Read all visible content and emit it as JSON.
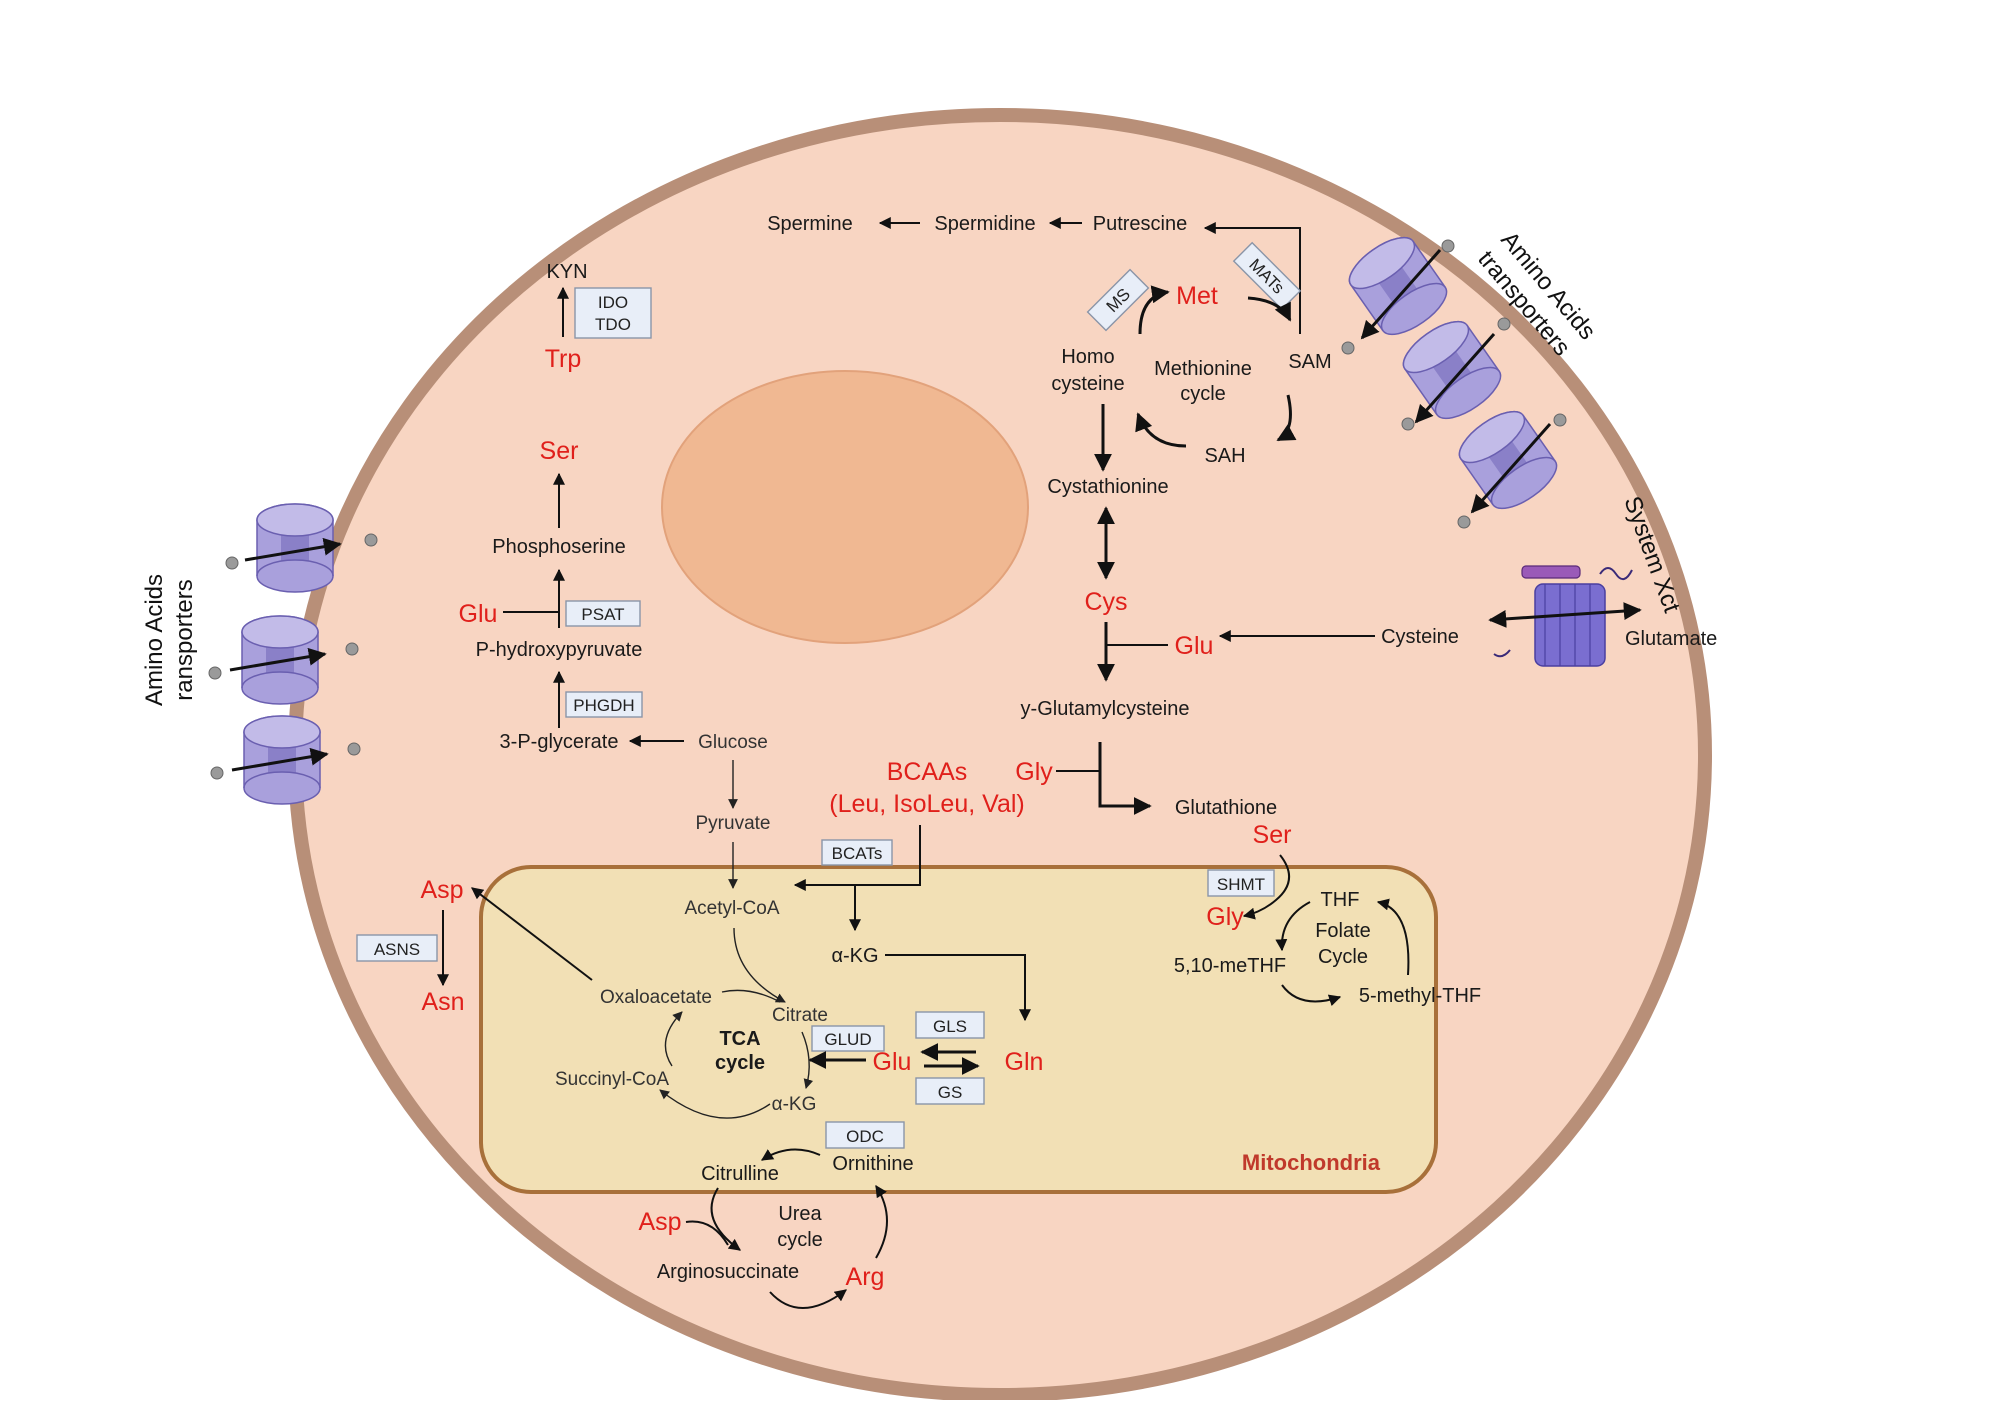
{
  "colors": {
    "cell_membrane": "#b88f78",
    "cytoplasm": "#f8d5c2",
    "nucleus": "#f0b892",
    "mitochondria": "#f2e0b5",
    "mitochondria_border": "#a8703a",
    "metabolite_red": "#e0201b",
    "transporter": "#a9a0dc",
    "enzyme_box": "#e8eef8"
  },
  "labels": {
    "amino_acids_transporters_left": "Amino Acids\nransporters",
    "amino_acids_transporters_right": "Amino Acids\ntransporters",
    "system_xct": "System Xct",
    "glutamate": "Glutamate",
    "mitochondria": "Mitochondria"
  },
  "polyamine": {
    "spermine": "Spermine",
    "spermidine": "Spermidine",
    "putrescine": "Putrescine"
  },
  "trp_pathway": {
    "kyn": "KYN",
    "enzyme_line1": "IDO",
    "enzyme_line2": "TDO",
    "trp": "Trp"
  },
  "methionine_cycle": {
    "ms": "MS",
    "met": "Met",
    "mats": "MATs",
    "homocysteine": "Homo\ncysteine",
    "cycle_label": "Methionine\ncycle",
    "sam": "SAM",
    "sah": "SAH",
    "cystathionine": "Cystathionine",
    "cys": "Cys",
    "glu": "Glu",
    "cysteine": "Cysteine",
    "glutamylcysteine": "y-Glutamylcysteine",
    "gly": "Gly",
    "glutathione": "Glutathione"
  },
  "serine_pathway": {
    "ser": "Ser",
    "phosphoserine": "Phosphoserine",
    "glu": "Glu",
    "psat": "PSAT",
    "p_hydroxypyruvate": "P-hydroxypyruvate",
    "phgdh": "PHGDH",
    "three_p_glycerate": "3-P-glycerate",
    "glucose": "Glucose",
    "pyruvate": "Pyruvate"
  },
  "bcaa": {
    "line1": "BCAAs",
    "line2": "(Leu, IsoLeu, Val)",
    "bcats": "BCATs"
  },
  "asn_pathway": {
    "asp": "Asp",
    "asns": "ASNS",
    "asn": "Asn"
  },
  "tca": {
    "acetyl_coa": "Acetyl-CoA",
    "akg_top": "α-KG",
    "oxaloacetate": "Oxaloacetate",
    "citrate": "Citrate",
    "cycle_label": "TCA\ncycle",
    "succinyl_coa": "Succinyl-CoA",
    "akg": "α-KG",
    "glud": "GLUD",
    "glu": "Glu",
    "gls": "GLS",
    "gs": "GS",
    "gln": "Gln"
  },
  "folate": {
    "ser": "Ser",
    "shmt": "SHMT",
    "gly": "Gly",
    "thf": "THF",
    "cycle_label": "Folate\nCycle",
    "methylene_thf": "5,10-meTHF",
    "methyl_thf": "5-methyl-THF"
  },
  "urea": {
    "odc": "ODC",
    "citrulline": "Citrulline",
    "ornithine": "Ornithine",
    "asp": "Asp",
    "cycle_label": "Urea\ncycle",
    "argininosuccinate": "Arginosuccinate",
    "arg": "Arg"
  }
}
